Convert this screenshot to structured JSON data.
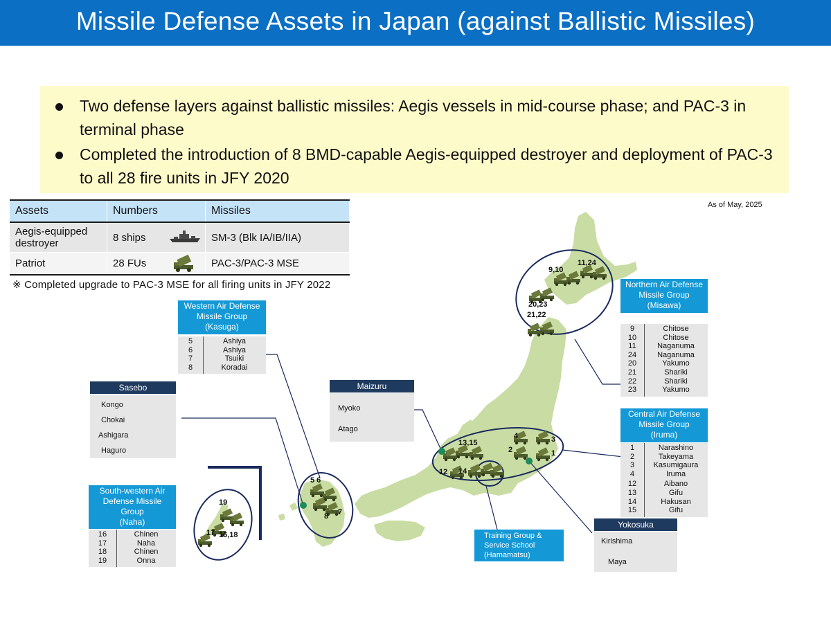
{
  "title": "Missile Defense Assets in Japan (against Ballistic Missiles)",
  "bullets": [
    "Two defense layers against ballistic missiles: Aegis vessels in mid-course phase; and PAC-3 in terminal phase",
    "Completed the introduction of 8 BMD-capable Aegis-equipped destroyer and deployment of PAC-3 to all 28 fire units in JFY 2020"
  ],
  "assets_table": {
    "headers": [
      "Assets",
      "Numbers",
      "Missiles"
    ],
    "rows": [
      {
        "asset": "Aegis-equipped destroyer",
        "number": "8 ships",
        "missile": "SM-3 (Blk IA/IB/IIA)",
        "icon": "destroyer-icon"
      },
      {
        "asset": "Patriot",
        "number": "28 FUs",
        "missile": "PAC-3/PAC-3 MSE",
        "icon": "patriot-launcher-icon"
      }
    ]
  },
  "note": "※ Completed upgrade to PAC-3 MSE for all firing units in JFY 2022",
  "as_of": "As of May, 2025",
  "groups": {
    "northern": {
      "header": "Northern Air Defense Missile Group (Misawa)",
      "header_lines": [
        "Northern Air Defense",
        "Missile Group",
        "(Misawa)"
      ],
      "units": [
        {
          "num": "9",
          "name": "Chitose"
        },
        {
          "num": "10",
          "name": "Chitose"
        },
        {
          "num": "11",
          "name": "Naganuma"
        },
        {
          "num": "24",
          "name": "Naganuma"
        },
        {
          "num": "20",
          "name": "Yakumo"
        },
        {
          "num": "21",
          "name": "Shariki"
        },
        {
          "num": "22",
          "name": "Shariki"
        },
        {
          "num": "23",
          "name": "Yakumo"
        }
      ]
    },
    "central": {
      "header_lines": [
        "Central Air Defense",
        "Missile Group",
        "(Iruma)"
      ],
      "units": [
        {
          "num": "1",
          "name": "Narashino"
        },
        {
          "num": "2",
          "name": "Takeyama"
        },
        {
          "num": "3",
          "name": "Kasumigaura"
        },
        {
          "num": "4",
          "name": "Iruma"
        },
        {
          "num": "12",
          "name": "Aibano"
        },
        {
          "num": "13",
          "name": "Gifu"
        },
        {
          "num": "14",
          "name": "Hakusan"
        },
        {
          "num": "15",
          "name": "Gifu"
        }
      ]
    },
    "western": {
      "header_lines": [
        "Western Air Defense",
        "Missile Group",
        "(Kasuga)"
      ],
      "units": [
        {
          "num": "5",
          "name": "Ashiya"
        },
        {
          "num": "6",
          "name": "Ashiya"
        },
        {
          "num": "7",
          "name": "Tsuiki"
        },
        {
          "num": "8",
          "name": "Koradai"
        }
      ]
    },
    "southwestern": {
      "header_lines": [
        "South-western Air",
        "Defense Missile",
        "Group",
        "(Naha)"
      ],
      "units": [
        {
          "num": "16",
          "name": "Chinen"
        },
        {
          "num": "17",
          "name": "Naha"
        },
        {
          "num": "18",
          "name": "Chinen"
        },
        {
          "num": "19",
          "name": "Onna"
        }
      ]
    }
  },
  "fleets": {
    "sasebo": {
      "header": "Sasebo",
      "ships": [
        "Kongo",
        "Chokai",
        "Ashigara",
        "Haguro"
      ]
    },
    "maizuru": {
      "header": "Maizuru",
      "ships": [
        "Myoko",
        "Atago"
      ]
    },
    "yokosuka": {
      "header": "Yokosuka",
      "ships": [
        "Kirishima",
        "Maya"
      ]
    }
  },
  "training": {
    "lines": [
      "Training Group &",
      "Service School",
      "(Hamamatsu)"
    ]
  },
  "map_labels": {
    "l_9_10": "9,10",
    "l_11_24": "11,24",
    "l_20_23": "20,23",
    "l_21_22": "21,22",
    "l_13_15": "13,15",
    "l_4": "4",
    "l_3": "3",
    "l_2": "2",
    "l_1": "1",
    "l_12": "12",
    "l_14": "14",
    "l_5_6": "5 6",
    "l_7": "7",
    "l_8": "8",
    "l_19": "19",
    "l_17": "17",
    "l_16_18": "16,18"
  },
  "colors": {
    "title_bar": "#0b6fc4",
    "highlight": "#fefbcb",
    "land": "#c9dca3",
    "circle": "#1a2a5e",
    "group_header": "#1499d6",
    "fleet_header": "#1f3a5f",
    "base_dot": "#1f8a5a"
  }
}
